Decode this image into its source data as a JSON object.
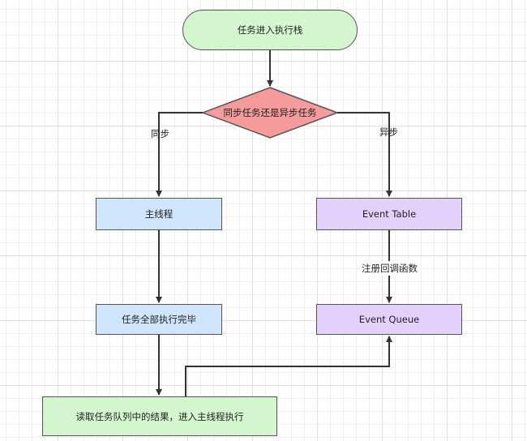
{
  "nodes": {
    "start": "任务进入执行栈",
    "decision": "同步任务还是异步任务",
    "main_thread": "主线程",
    "tasks_done": "任务全部执行完毕",
    "event_table": "Event Table",
    "event_queue": "Event Queue",
    "read_queue": "读取任务队列中的结果，进入主线程执行"
  },
  "edge_labels": {
    "sync": "同步",
    "async": "异步",
    "register_callback": "注册回调函数"
  },
  "colors": {
    "start_fill": "#d3f6cf",
    "decision_fill": "#f59b9b",
    "main_fill": "#cfe5fb",
    "event_fill": "#e3d0fb",
    "read_fill": "#d3f6cf",
    "stroke": "#555555",
    "arrow": "#333333"
  }
}
